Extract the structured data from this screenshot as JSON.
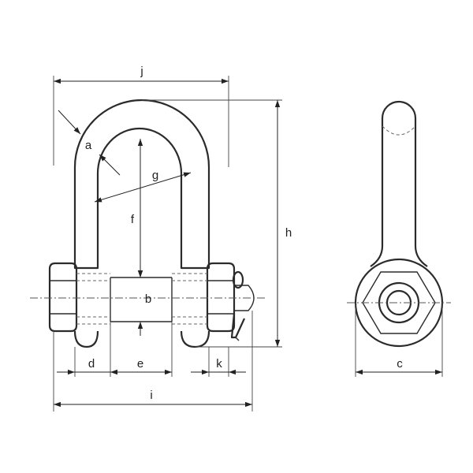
{
  "labels": {
    "a": "a",
    "b": "b",
    "c": "c",
    "d": "d",
    "e": "e",
    "f": "f",
    "g": "g",
    "h": "h",
    "i": "i",
    "j": "j",
    "k": "k"
  }
}
